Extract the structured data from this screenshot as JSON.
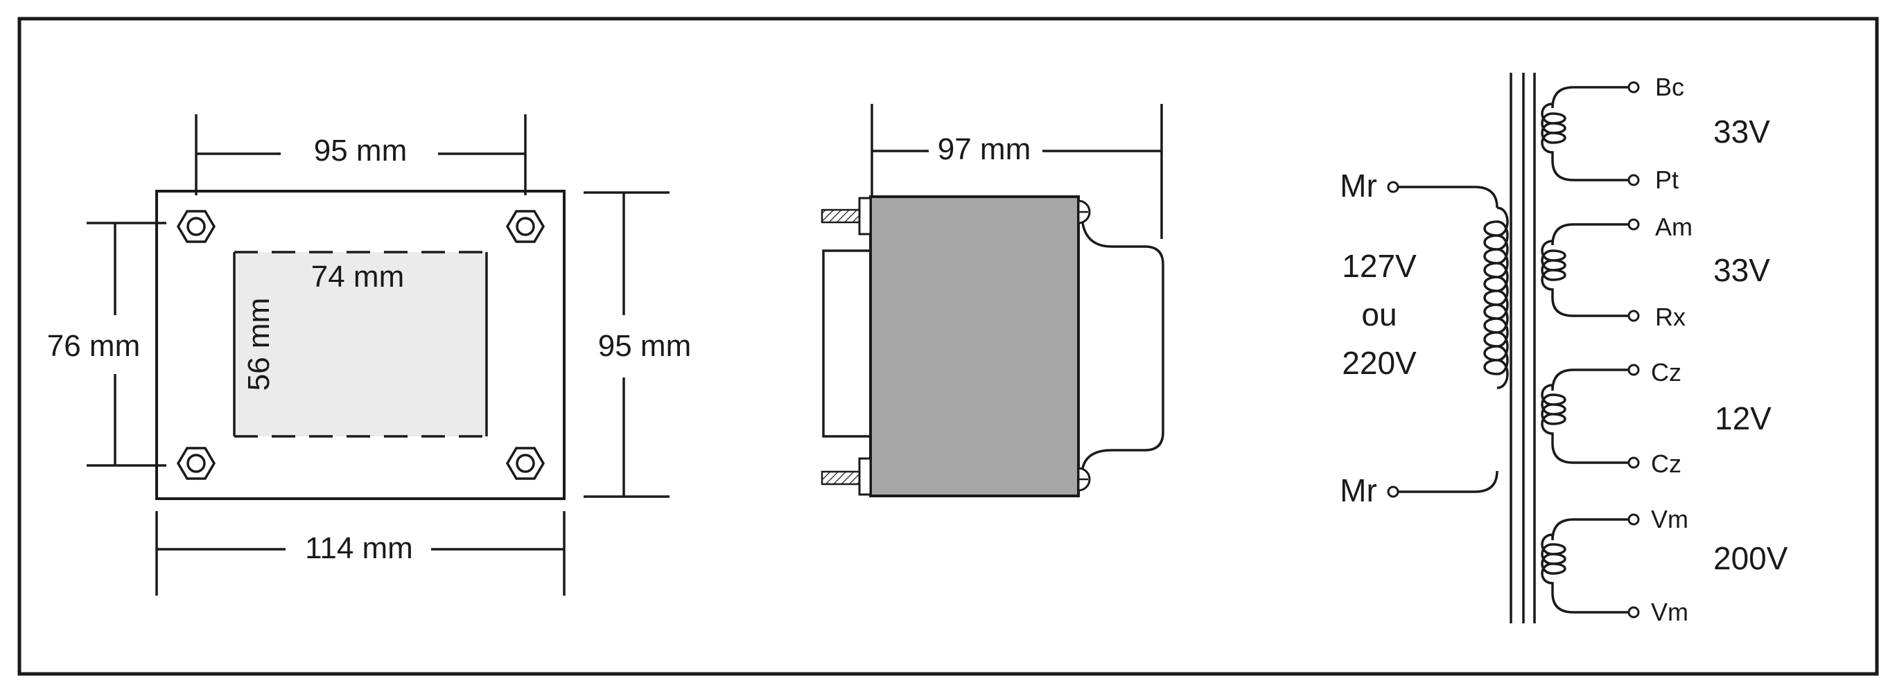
{
  "front_view": {
    "width_top": "95 mm",
    "width_bottom": "114 mm",
    "height_left": "76 mm",
    "height_right": "95 mm",
    "window_width": "74 mm",
    "window_height": "56 mm"
  },
  "side_view": {
    "depth": "97 mm"
  },
  "schematic": {
    "primary": {
      "terminal_top": "Mr",
      "terminal_bottom": "Mr",
      "voltage_line1": "127V",
      "voltage_line2": "ou",
      "voltage_line3": "220V"
    },
    "secondaries": [
      {
        "top": "Bc",
        "bottom": "Pt",
        "voltage": "33V"
      },
      {
        "top": "Am",
        "bottom": "Rx",
        "voltage": "33V"
      },
      {
        "top": "Cz",
        "bottom": "Cz",
        "voltage": "12V"
      },
      {
        "top": "Vm",
        "bottom": "Vm",
        "voltage": "200V"
      }
    ]
  },
  "colors": {
    "line": "#1a1a1a",
    "window_fill": "#ebebeb",
    "core_fill": "#a6a6a6"
  }
}
